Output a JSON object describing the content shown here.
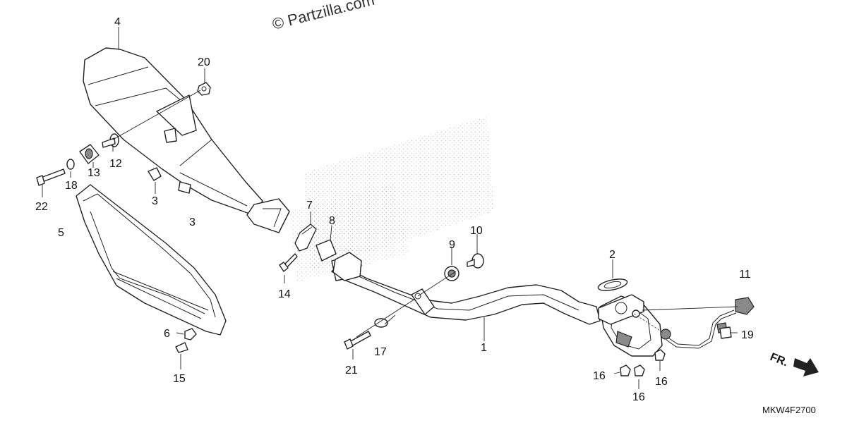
{
  "watermark": "© Partzilla.com",
  "diagram_code": "MKW4F2700",
  "direction_label": "FR.",
  "callouts": {
    "c1": "1",
    "c2": "2",
    "c3a": "3",
    "c3b": "3",
    "c4": "4",
    "c5": "5",
    "c6": "6",
    "c7": "7",
    "c8": "8",
    "c9": "9",
    "c10": "10",
    "c11": "11",
    "c12": "12",
    "c13": "13",
    "c14": "14",
    "c15": "15",
    "c16a": "16",
    "c16b": "16",
    "c16c": "16",
    "c17": "17",
    "c18": "18",
    "c19": "19",
    "c20": "20",
    "c21": "21",
    "c22": "22"
  }
}
